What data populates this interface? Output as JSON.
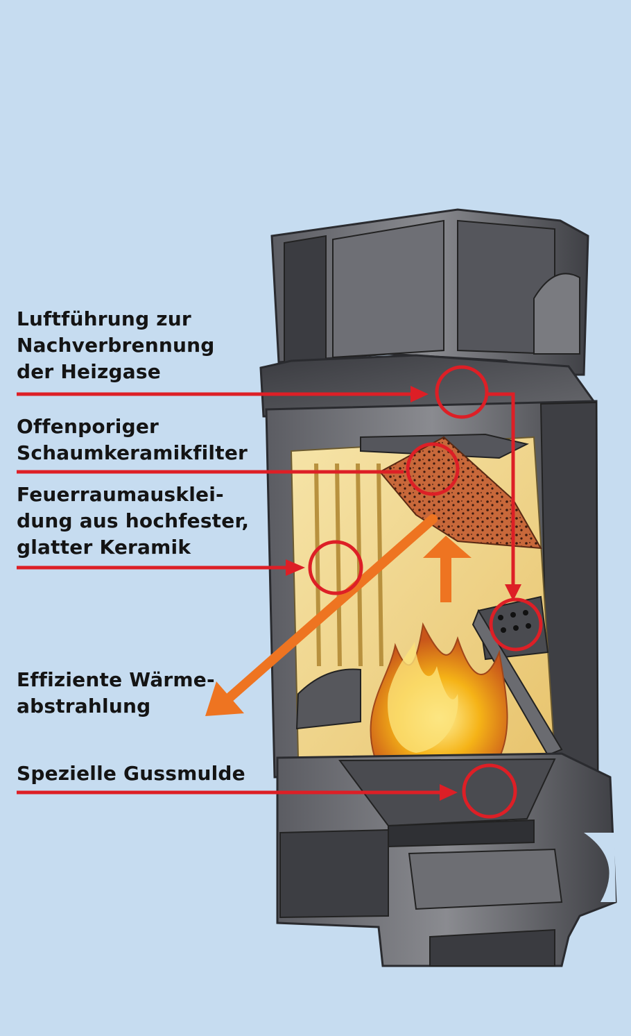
{
  "labels": [
    {
      "id": "luftfuehrung",
      "text": "Luftführung zur\nNachverbrennung\nder Heizgase"
    },
    {
      "id": "schaumkeramikfilter",
      "text": "Offenporiger\nSchaumkeramikfilter"
    },
    {
      "id": "feuerraumauskleidung",
      "text": "Feuerraumausklei-\ndung aus hochfester,\nglatter Keramik"
    },
    {
      "id": "waermeabstrahlung",
      "text": "Effiziente Wärme-\nabstrahlung"
    },
    {
      "id": "gussmulde",
      "text": "Spezielle Gussmulde"
    }
  ],
  "colors": {
    "background": "#c6dcf0",
    "callout_red": "#dd1f26",
    "heat_orange": "#ee7421",
    "firebox_cream": "#f1d78c",
    "stove_dark": "#4e4f55",
    "text": "#141414"
  }
}
